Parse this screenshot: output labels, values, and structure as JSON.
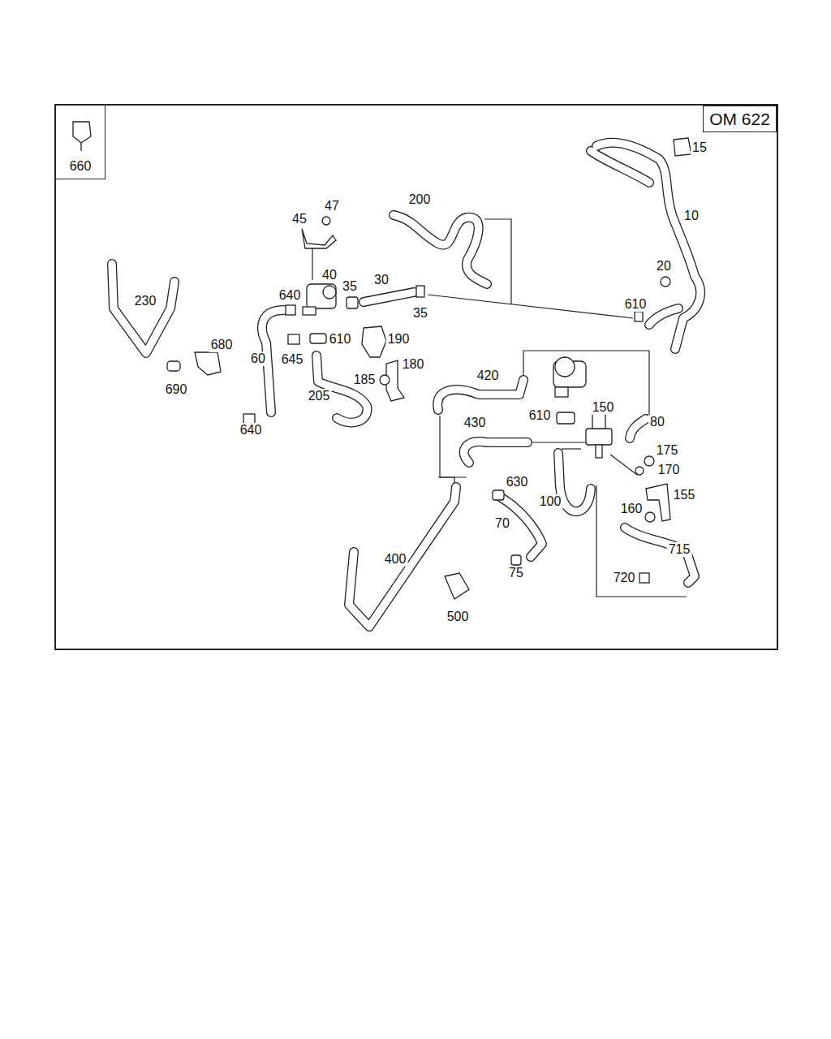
{
  "diagram": {
    "nodes": [
      {
        "text": [
          "660"
        ]
      },
      {
        "text": [
          "OM 622"
        ]
      }
    ],
    "labels": [
      "15",
      "200",
      "47",
      "10",
      "45",
      "20",
      "40",
      "30",
      "35",
      "640",
      "230",
      "35",
      "610",
      "610",
      "190",
      "680",
      "645",
      "60",
      "180",
      "420",
      "185",
      "690",
      "205",
      "150",
      "610",
      "80",
      "640",
      "430",
      "175",
      "170",
      "155",
      "630",
      "100",
      "160",
      "70",
      "715",
      "400",
      "75",
      "720",
      "500"
    ]
  }
}
